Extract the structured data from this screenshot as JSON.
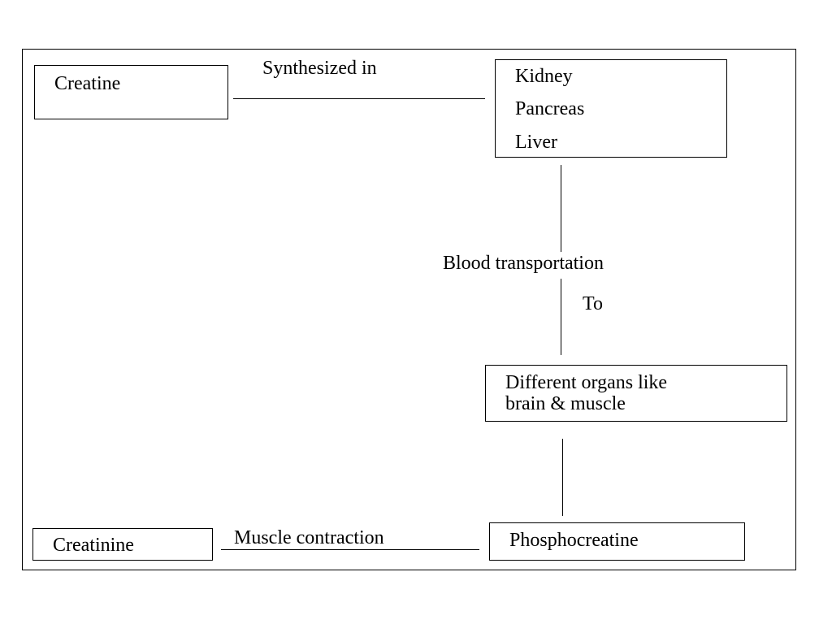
{
  "diagram": {
    "nodes": {
      "creatine": "Creatine",
      "synthesis_sites": [
        "Kidney",
        "Pancreas",
        "Liver"
      ],
      "target_organs": [
        "Different organs like",
        "brain & muscle"
      ],
      "phosphocreatine": "Phosphocreatine",
      "creatinine": "Creatinine"
    },
    "edges": {
      "synthesized_in": "Synthesized in",
      "blood_transportation": "Blood transportation",
      "to": "To",
      "muscle_contraction": "Muscle contraction"
    }
  }
}
